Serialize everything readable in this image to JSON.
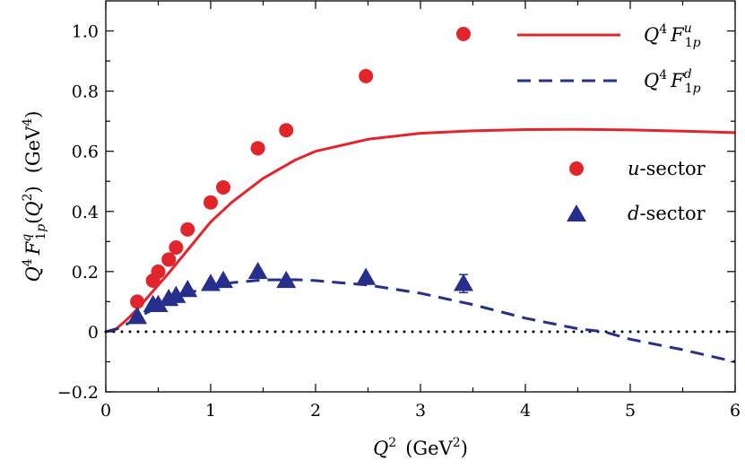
{
  "chart_data": {
    "type": "scatter",
    "xlabel": "Q² (GeV²)",
    "ylabel": "Q⁴ F₁ₚ^q(Q²) (GeV⁴)",
    "xlim": [
      0,
      6
    ],
    "ylim": [
      -0.2,
      1.1
    ],
    "xticks": [
      0,
      1,
      2,
      3,
      4,
      5,
      6
    ],
    "yticks": [
      -0.2,
      0,
      0.2,
      0.4,
      0.6,
      0.8,
      1.0
    ],
    "ytick_labels": [
      "−0.2",
      "0",
      "0.2",
      "0.4",
      "0.6",
      "0.8",
      "1.0"
    ],
    "grid": false,
    "legend_position": "right",
    "zero_line": "dotted",
    "series": [
      {
        "name": "Q⁴ F₁ₚ^u",
        "kind": "line",
        "style": "solid",
        "color": "#e3242b",
        "x": [
          0,
          0.1,
          0.2,
          0.3,
          0.4,
          0.5,
          0.6,
          0.8,
          1.0,
          1.2,
          1.5,
          1.8,
          2.0,
          2.5,
          3.0,
          3.5,
          4.0,
          4.5,
          5.0,
          5.5,
          6.0
        ],
        "y": [
          0,
          0.01,
          0.04,
          0.075,
          0.115,
          0.155,
          0.195,
          0.28,
          0.365,
          0.43,
          0.51,
          0.57,
          0.6,
          0.64,
          0.66,
          0.668,
          0.672,
          0.673,
          0.671,
          0.667,
          0.662
        ]
      },
      {
        "name": "Q⁴ F₁ₚ^d",
        "kind": "line",
        "style": "dashed",
        "color": "#262f8c",
        "x": [
          0,
          0.1,
          0.2,
          0.3,
          0.4,
          0.6,
          0.8,
          1.0,
          1.2,
          1.5,
          1.8,
          2.0,
          2.5,
          3.0,
          3.5,
          4.0,
          4.5,
          4.75,
          5.0,
          5.5,
          6.0
        ],
        "y": [
          0,
          0.008,
          0.025,
          0.045,
          0.065,
          0.1,
          0.13,
          0.15,
          0.163,
          0.172,
          0.173,
          0.17,
          0.155,
          0.128,
          0.09,
          0.045,
          0.01,
          0.0,
          -0.025,
          -0.06,
          -0.1
        ]
      },
      {
        "name": "u-sector",
        "kind": "scatter",
        "marker": "circle",
        "color": "#e3242b",
        "x": [
          0.3,
          0.45,
          0.5,
          0.6,
          0.67,
          0.78,
          1.0,
          1.12,
          1.45,
          1.72,
          2.48,
          3.41
        ],
        "y": [
          0.1,
          0.17,
          0.2,
          0.24,
          0.28,
          0.34,
          0.43,
          0.48,
          0.61,
          0.67,
          0.85,
          0.99
        ]
      },
      {
        "name": "d-sector",
        "kind": "scatter",
        "marker": "triangle",
        "color": "#262f8c",
        "x": [
          0.3,
          0.45,
          0.5,
          0.6,
          0.67,
          0.78,
          1.0,
          1.12,
          1.45,
          1.72,
          2.48,
          3.41
        ],
        "y": [
          0.05,
          0.09,
          0.09,
          0.11,
          0.12,
          0.14,
          0.16,
          0.17,
          0.2,
          0.17,
          0.18,
          0.16
        ],
        "yerr": [
          0,
          0,
          0,
          0,
          0,
          0,
          0,
          0,
          0,
          0,
          0,
          0.03
        ]
      }
    ]
  }
}
